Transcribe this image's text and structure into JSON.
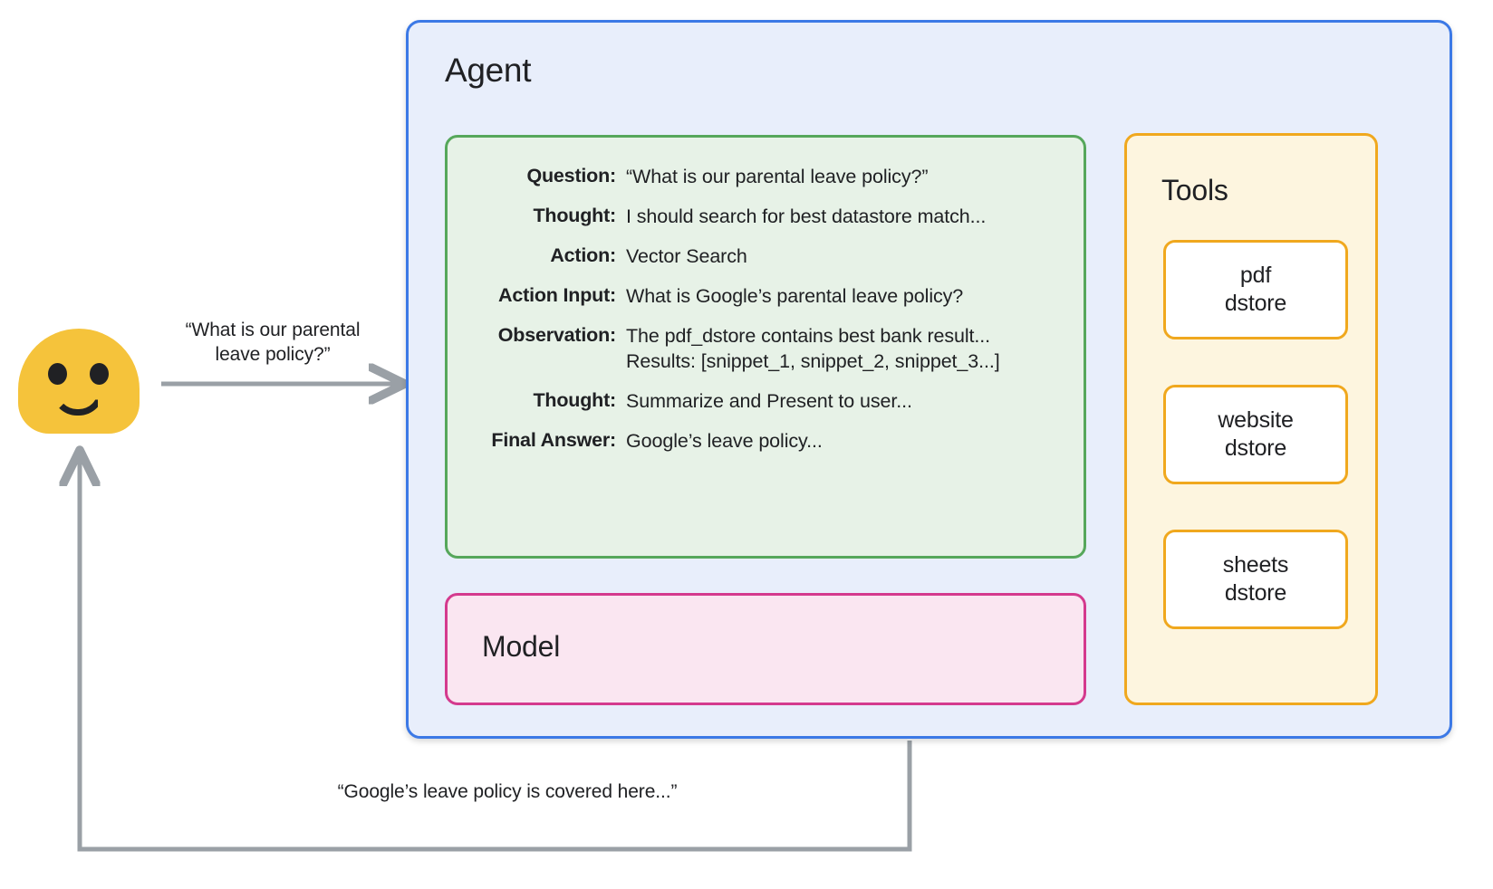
{
  "user": {
    "avatar_name": "smiley-blob-avatar",
    "question_caption": "“What is our parental\nleave policy?”",
    "answer_caption": "“Google’s leave policy is covered here...”"
  },
  "agent": {
    "title": "Agent",
    "reasoning": {
      "rows": [
        {
          "label": "Question:",
          "value": "“What is our parental leave policy?”"
        },
        {
          "label": "Thought:",
          "value": "I should search for best datastore match..."
        },
        {
          "label": "Action:",
          "value": "Vector Search"
        },
        {
          "label": "Action Input:",
          "value": "What is Google’s parental leave policy?"
        },
        {
          "label": "Observation:",
          "value": "The pdf_dstore contains best bank result...\nResults: [snippet_1, snippet_2, snippet_3...]"
        },
        {
          "label": "Thought:",
          "value": "Summarize and Present to user..."
        },
        {
          "label": "Final Answer:",
          "value": "Google’s leave policy..."
        }
      ]
    },
    "model": {
      "title": "Model"
    },
    "tools": {
      "title": "Tools",
      "items": [
        {
          "label": "pdf\ndstore"
        },
        {
          "label": "website\ndstore"
        },
        {
          "label": "sheets\ndstore"
        }
      ]
    }
  },
  "colors": {
    "agent_border": "#3C79E6",
    "agent_fill": "#E8EEFB",
    "reasoning_border": "#56A75B",
    "reasoning_fill": "#E7F2E7",
    "model_border": "#D43A8E",
    "model_fill": "#FAE6F1",
    "tools_border": "#F0A81E",
    "tools_fill": "#FDF5DF",
    "avatar": "#F5C33B",
    "arrow": "#9AA0A6",
    "text": "#202124"
  }
}
